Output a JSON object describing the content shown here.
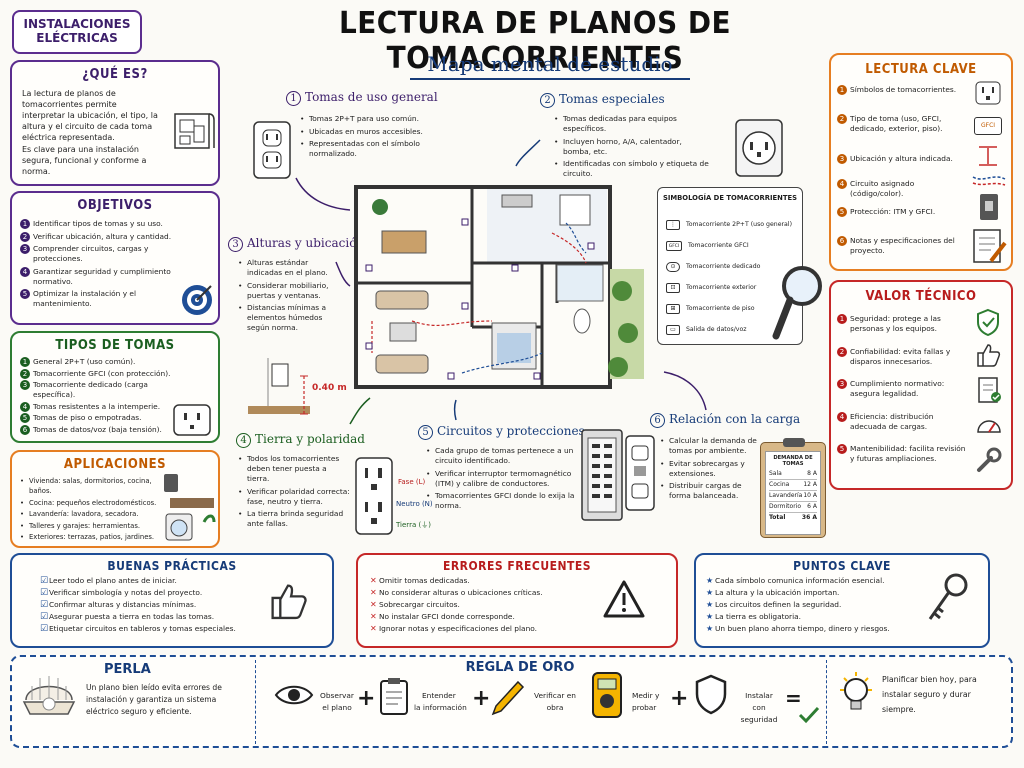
{
  "header": {
    "badge_line1": "INSTALACIONES",
    "badge_line2": "ELÉCTRICAS",
    "title": "LECTURA DE PLANOS DE TOMACORRIENTES",
    "subtitle": "Mapa mental de estudio"
  },
  "que_es": {
    "title": "¿QUÉ ES?",
    "p1": "La lectura de planos de tomacorrientes permite interpretar la ubicación, el tipo, la altura y el circuito de cada toma eléctrica representada.",
    "p2": "Es clave para una instalación segura, funcional y conforme a norma."
  },
  "objetivos": {
    "title": "OBJETIVOS",
    "items": [
      "Identificar tipos de tomas y su uso.",
      "Verificar ubicación, altura y cantidad.",
      "Comprender circuitos, cargas y protecciones.",
      "Garantizar seguridad y cumplimiento normativo.",
      "Optimizar la instalación y el mantenimiento."
    ]
  },
  "tipos": {
    "title": "TIPOS DE TOMAS",
    "items": [
      "General 2P+T (uso común).",
      "Tomacorriente GFCI (con protección).",
      "Tomacorriente dedicado (carga específica).",
      "Tomas resistentes a la intemperie.",
      "Tomas de piso o empotradas.",
      "Tomas de datos/voz (baja tensión)."
    ]
  },
  "aplicaciones": {
    "title": "APLICACIONES",
    "items": [
      "Vivienda: salas, dormitorios, cocina, baños.",
      "Cocina: pequeños electrodomésticos.",
      "Lavandería: lavadora, secadora.",
      "Talleres y garajes: herramientas.",
      "Exteriores: terrazas, patios, jardines."
    ]
  },
  "s1": {
    "n": "1",
    "title": "Tomas de uso general",
    "items": [
      "Tomas 2P+T para uso común.",
      "Ubicadas en muros accesibles.",
      "Representadas con el símbolo normalizado."
    ]
  },
  "s2": {
    "n": "2",
    "title": "Tomas especiales",
    "items": [
      "Tomas dedicadas para equipos específicos.",
      "Incluyen horno, A/A, calentador, bomba, etc.",
      "Identificadas con símbolo y etiqueta de circuito."
    ]
  },
  "s3": {
    "n": "3",
    "title": "Alturas y ubicación",
    "items": [
      "Alturas estándar indicadas en el plano.",
      "Considerar mobiliario, puertas y ventanas.",
      "Distancias mínimas a elementos húmedos según norma."
    ],
    "dim": "0.40 m"
  },
  "s4": {
    "n": "4",
    "title": "Tierra y polaridad",
    "items": [
      "Todos los tomacorrientes deben tener puesta a tierra.",
      "Verificar polaridad correcta: fase, neutro y tierra.",
      "La tierra brinda seguridad ante fallas."
    ],
    "fase": "Fase (L)",
    "neutro": "Neutro (N)",
    "tierra": "Tierra (⏚)"
  },
  "s5": {
    "n": "5",
    "title": "Circuitos y protecciones",
    "items": [
      "Cada grupo de tomas pertenece a un circuito identificado.",
      "Verificar interruptor termomagnético (ITM) y calibre de conductores.",
      "Tomacorrientes GFCI donde lo exija la norma."
    ]
  },
  "s6": {
    "n": "6",
    "title": "Relación con la carga",
    "items": [
      "Calcular la demanda de tomas por ambiente.",
      "Evitar sobrecargas y extensiones.",
      "Distribuir cargas de forma balanceada."
    ]
  },
  "simbologia": {
    "title": "SIMBOLOGÍA DE TOMACORRIENTES",
    "items": [
      "Tomacorriente 2P+T (uso general)",
      "Tomacorriente GFCI",
      "Tomacorriente dedicado",
      "Tomacorriente exterior",
      "Tomacorriente de piso",
      "Salida de datos/voz"
    ],
    "gfci": "GFCI"
  },
  "demanda": {
    "title": "DEMANDA DE TOMAS",
    "rows": [
      [
        "Sala",
        "8 A"
      ],
      [
        "Cocina",
        "12 A"
      ],
      [
        "Lavandería",
        "10 A"
      ],
      [
        "Dormitorio",
        "6 A"
      ]
    ],
    "total_label": "Total",
    "total_value": "36 A"
  },
  "lectura": {
    "title": "LECTURA CLAVE",
    "items": [
      "Símbolos de tomacorrientes.",
      "Tipo de toma (uso, GFCI, dedicado, exterior, piso).",
      "Ubicación y altura indicada.",
      "Circuito asignado (código/color).",
      "Protección: ITM y GFCI.",
      "Notas y especificaciones del proyecto."
    ],
    "gfci": "GFCI"
  },
  "valor": {
    "title": "VALOR TÉCNICO",
    "items": [
      "Seguridad: protege a las personas y los equipos.",
      "Confiabilidad: evita fallas y disparos innecesarios.",
      "Cumplimiento normativo: asegura legalidad.",
      "Eficiencia: distribución adecuada de cargas.",
      "Mantenibilidad: facilita revisión y futuras ampliaciones."
    ]
  },
  "buenas": {
    "title": "BUENAS PRÁCTICAS",
    "items": [
      "Leer todo el plano antes de iniciar.",
      "Verificar simbología y notas del proyecto.",
      "Confirmar alturas y distancias mínimas.",
      "Asegurar puesta a tierra en todas las tomas.",
      "Etiquetar circuitos en tableros y tomas especiales."
    ]
  },
  "errores": {
    "title": "ERRORES FRECUENTES",
    "items": [
      "Omitir tomas dedicadas.",
      "No considerar alturas o ubicaciones críticas.",
      "Sobrecargar circuitos.",
      "No instalar GFCI donde corresponde.",
      "Ignorar notas y especificaciones del plano."
    ]
  },
  "puntos": {
    "title": "PUNTOS CLAVE",
    "items": [
      "Cada símbolo comunica información esencial.",
      "La altura y la ubicación importan.",
      "Los circuitos definen la seguridad.",
      "La tierra es obligatoria.",
      "Un buen plano ahorra tiempo, dinero y riesgos."
    ]
  },
  "perla": {
    "title": "PERLA",
    "text": "Un plano bien leído evita errores de instalación y garantiza un sistema eléctrico seguro y eficiente."
  },
  "regla": {
    "title": "REGLA DE ORO",
    "steps": [
      [
        "Observar",
        "el plano"
      ],
      [
        "Entender",
        "la información"
      ],
      [
        "Verificar en",
        "obra"
      ],
      [
        "Medir y",
        "probar"
      ],
      [
        "Instalar",
        "con seguridad"
      ]
    ],
    "final": "Planificar bien hoy, para instalar seguro y durar siempre."
  },
  "colors": {
    "purple": "#3c1e6a",
    "green": "#1b5e20",
    "orange": "#c05a00",
    "blue": "#163b78",
    "red": "#b71c1c"
  }
}
